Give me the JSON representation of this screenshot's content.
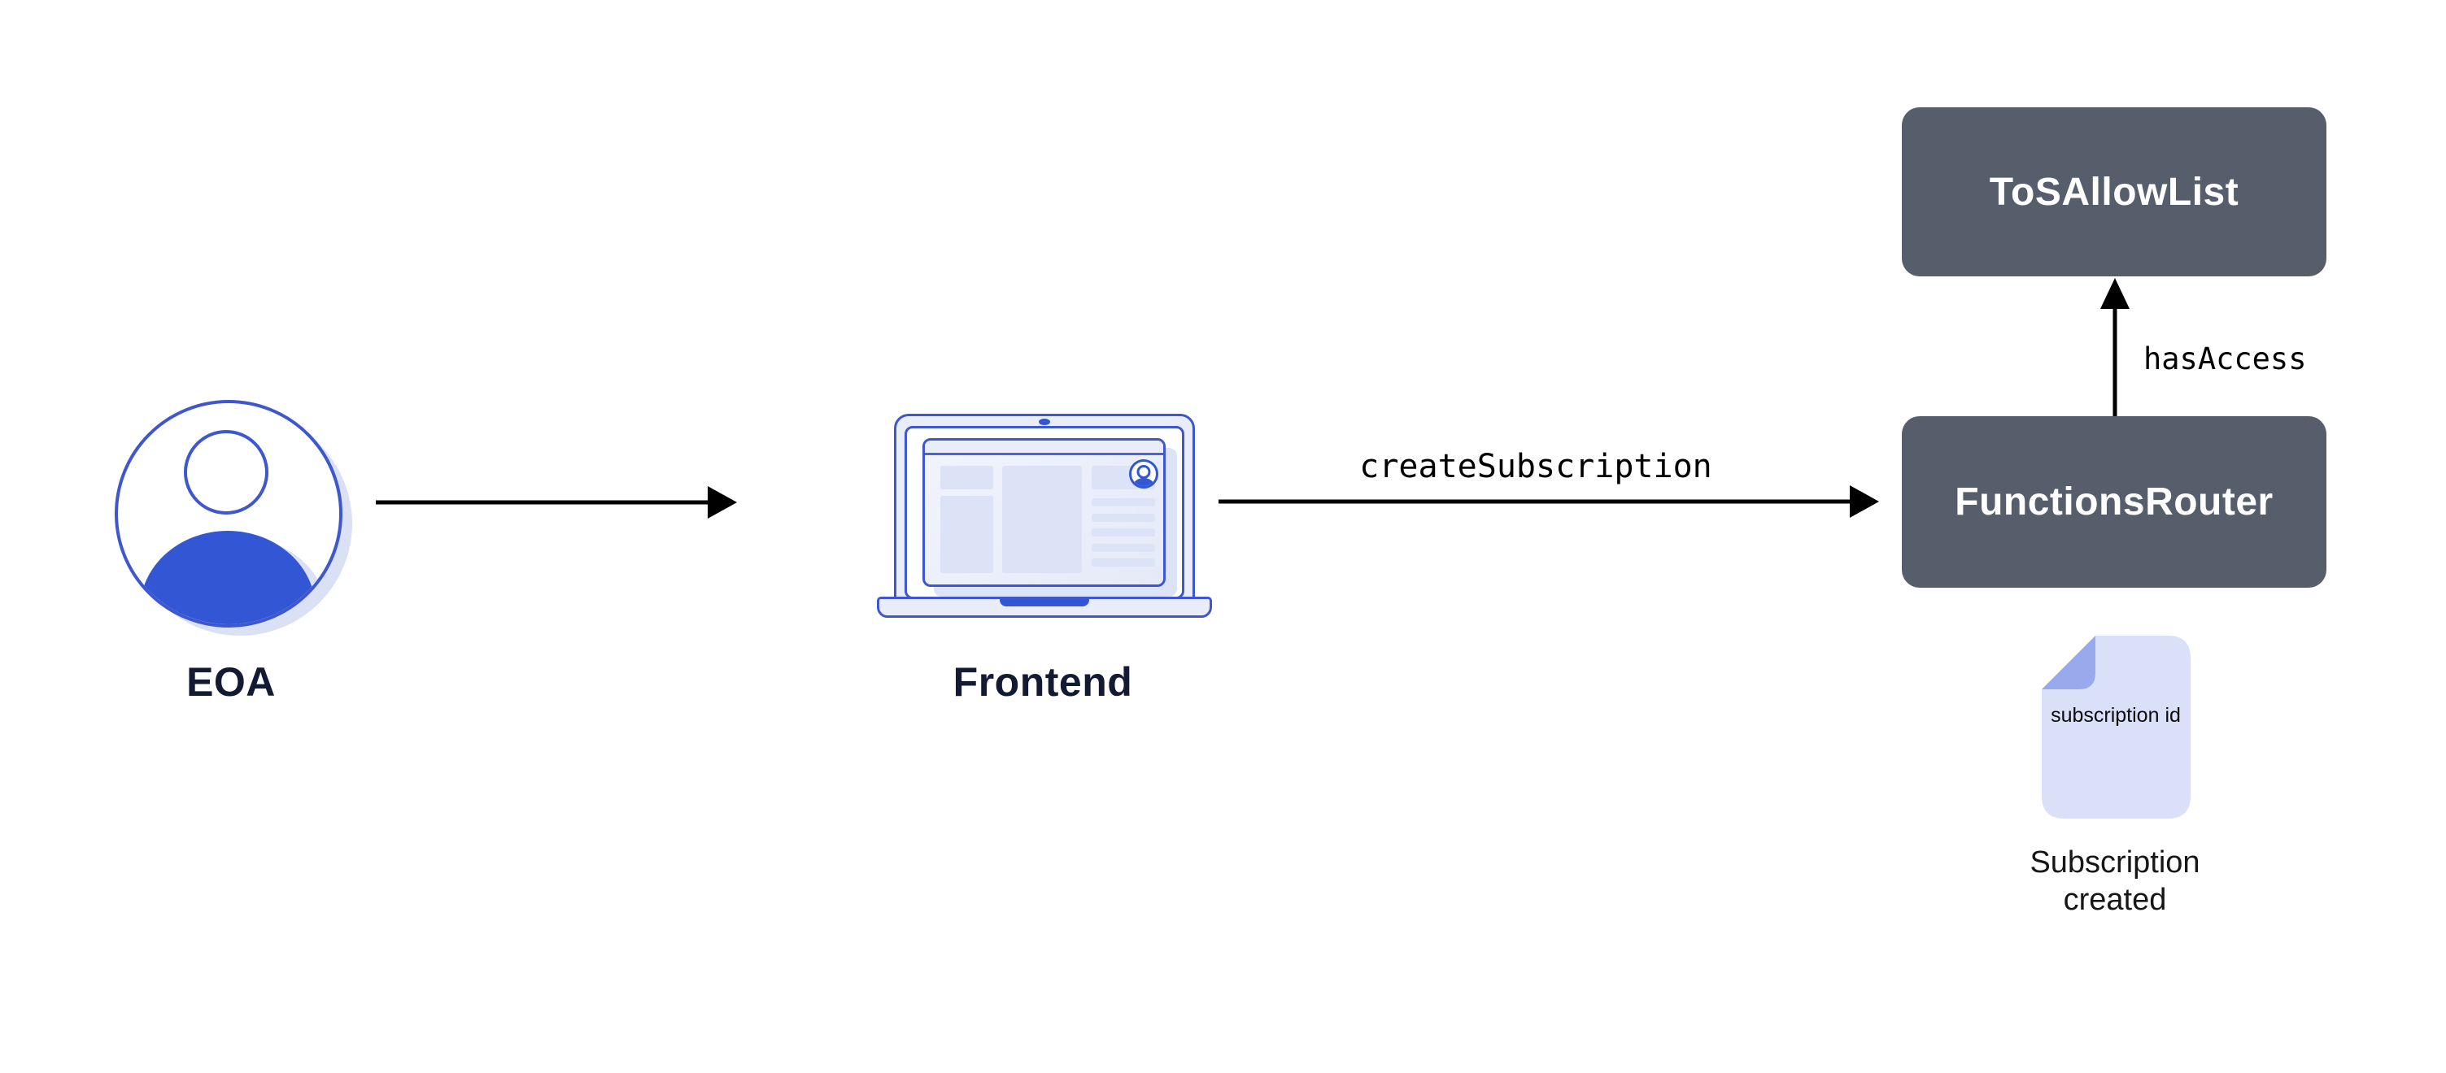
{
  "diagram": {
    "nodes": {
      "eoa": {
        "label": "EOA"
      },
      "frontend": {
        "label": "Frontend"
      },
      "functions_router": {
        "label": "FunctionsRouter"
      },
      "tos_allow_list": {
        "label": "ToSAllowList"
      },
      "subscription_doc": {
        "label": "subscription id",
        "caption": "Subscription created"
      }
    },
    "edges": [
      {
        "from": "eoa",
        "to": "frontend",
        "label": ""
      },
      {
        "from": "frontend",
        "to": "functions_router",
        "label": "createSubscription"
      },
      {
        "from": "functions_router",
        "to": "tos_allow_list",
        "label": "hasAccess"
      }
    ],
    "colors": {
      "background": "#FFFFFF",
      "box_fill": "#565D6B",
      "box_text": "#FFFFFF",
      "accent_blue": "#3356D4",
      "stroke_blue": "#3E56CE",
      "light_fill": "#E9EDF9",
      "lighter_fill": "#DCE3F6",
      "shadow_fill": "#DAE1F5",
      "doc_fill": "#D9E0F7",
      "doc_fold": "#98AAEC",
      "label_text": "#131B33",
      "arrow": "#000000"
    }
  }
}
